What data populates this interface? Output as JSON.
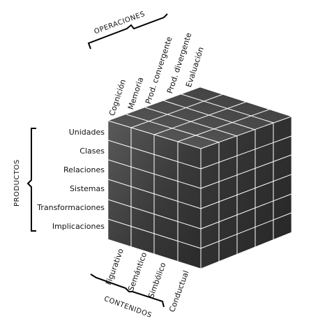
{
  "operaciones": {
    "title": "OPERACIONES",
    "items": [
      "Cognición",
      "Memoria",
      "Prod. convergente",
      "Prod. divergente",
      "Evaluación"
    ]
  },
  "productos": {
    "title": "PRODUCTOS",
    "items": [
      "Unidades",
      "Clases",
      "Relaciones",
      "Sistemas",
      "Transformaciones",
      "Implicaciones"
    ]
  },
  "contenidos": {
    "title": "CONTENIDOS",
    "items": [
      "Figurativo",
      "Semántico",
      "Simbólico",
      "Conductual"
    ]
  },
  "colors": {
    "front_face": "#3e3e3e",
    "right_face": "#2e2e2e",
    "top_face": "#4a4a4a",
    "grid_line": "#ffffff",
    "bracket": "#000000"
  }
}
